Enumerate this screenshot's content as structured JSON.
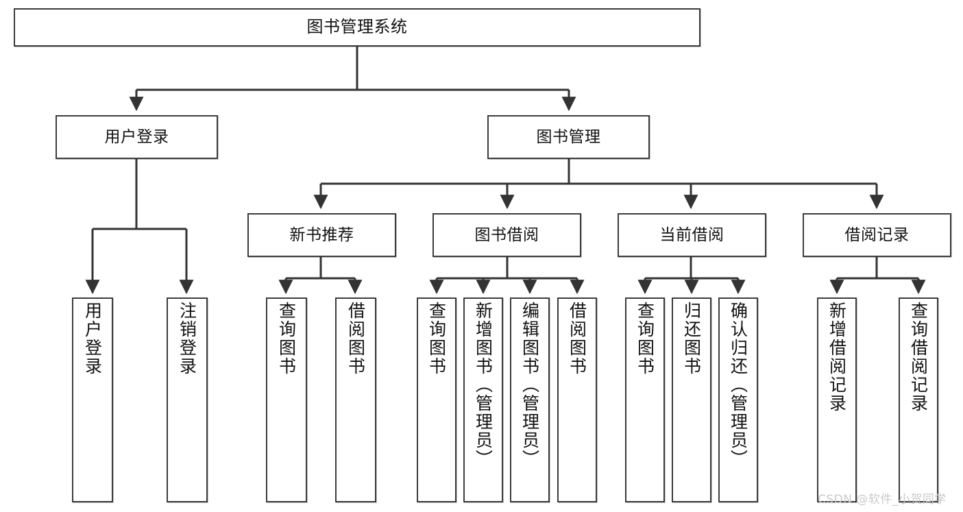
{
  "diagram": {
    "title": "图书管理系统",
    "type": "hierarchy-tree",
    "watermark": "CSDN @软件_小贺同学",
    "colors": {
      "box_border": "#3b3b3b",
      "box_fill": "#ffffff",
      "edge": "#333333",
      "text": "#111111",
      "watermark": "#c9c9c9"
    },
    "nodes": {
      "root": "图书管理系统",
      "level2": [
        "用户登录",
        "图书管理"
      ],
      "level3": [
        "新书推荐",
        "图书借阅",
        "当前借阅",
        "借阅记录"
      ],
      "leaves": {
        "user_login": [
          "用户登录",
          "注销登录"
        ],
        "new_book_recommend": [
          "查询图书",
          "借阅图书"
        ],
        "book_borrow": [
          "查询图书",
          "新增图书（管理员）",
          "编辑图书（管理员）",
          "借阅图书"
        ],
        "current_borrow": [
          "查询图书",
          "归还图书",
          "确认归还（管理员）"
        ],
        "borrow_record": [
          "新增借阅记录",
          "查询借阅记录"
        ]
      }
    }
  }
}
